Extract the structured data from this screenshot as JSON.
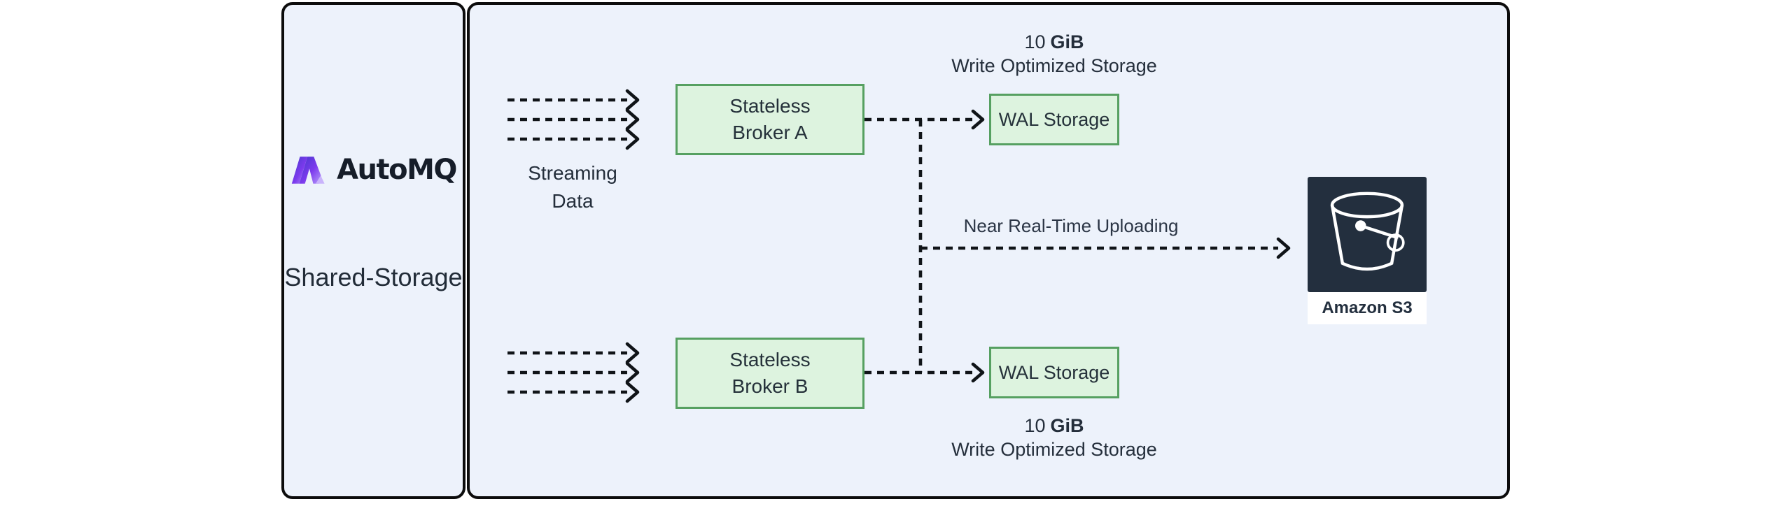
{
  "colors": {
    "panel_fill": "#edf2fb",
    "panel_border": "#0c0c0c",
    "node_fill": "#ddf3df",
    "node_border": "#56a061",
    "s3_navy": "#232f3e",
    "brand_purple_dark": "#4338ca",
    "brand_purple_light": "#a78bfa"
  },
  "sidebar": {
    "brand": "AutoMQ",
    "caption": "Shared-Storage"
  },
  "flow": {
    "streaming_label": "Streaming Data",
    "upload_label": "Near Real-Time Uploading",
    "top": {
      "broker": "Stateless Broker A",
      "wal": "WAL Storage",
      "size_amount": "10",
      "size_unit": "GiB",
      "size_caption": "Write Optimized Storage"
    },
    "bottom": {
      "broker": "Stateless Broker B",
      "wal": "WAL Storage",
      "size_amount": "10",
      "size_unit": "GiB",
      "size_caption": "Write Optimized Storage"
    },
    "s3_label": "Amazon S3"
  }
}
